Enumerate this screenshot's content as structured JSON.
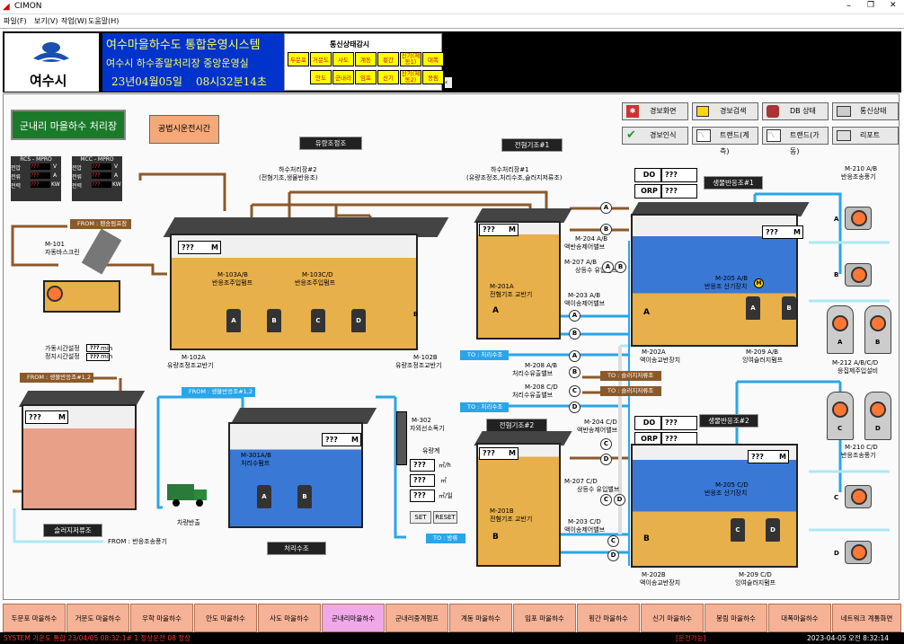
{
  "window": {
    "title": "CIMON",
    "min": "–",
    "max": "❐",
    "close": "✕"
  },
  "menu": [
    "파일(F)",
    "보기(V)",
    "작업(W)",
    "도움말(H)"
  ],
  "header": {
    "logo_text": "여수시",
    "line1": "여수마을하수도  통합운영시스템",
    "line2": "여수시 하수종말처리장 중앙운영실",
    "date": "23년04월05일",
    "time": "08시32분14초"
  },
  "comm": {
    "title": "통신상태감시",
    "row1": [
      "두문포",
      "거문도",
      "사도",
      "계동",
      "횡간",
      "신기(제동1)",
      "대폭"
    ],
    "row2": [
      "안도",
      "군내리",
      "임포",
      "신기",
      "신기(제동2)",
      "봉림"
    ]
  },
  "facility_title": "군내리 마을하수 처리장",
  "trial_button": "공법시운전시간",
  "top_buttons": [
    "경보화면",
    "경보검색",
    "DB 상태",
    "통신상태",
    "경보인식",
    "트랜드(계측)",
    "트랜드(가동)",
    "리포트"
  ],
  "panels": {
    "rcs": {
      "title": "RCS - MPRO",
      "rows": [
        [
          "전압",
          "???",
          "V"
        ],
        [
          "전류",
          "???",
          "A"
        ],
        [
          "전력",
          "???",
          "KW"
        ]
      ]
    },
    "mcc": {
      "title": "MCC - MPRO",
      "rows": [
        [
          "전압",
          "???",
          "V"
        ],
        [
          "전류",
          "???",
          "A"
        ],
        [
          "전력",
          "???",
          "KW"
        ]
      ]
    }
  },
  "tanks": {
    "equal": "유량조정조",
    "anoxic1": "전혐기조#1",
    "anoxic2": "전혐기조#2",
    "bio1": "생물반응조#1",
    "bio2": "생물반응조#2",
    "sludge": "슬러지저류조",
    "treated": "처리수조"
  },
  "labels": {
    "sewage2": "하수처리장#2",
    "sewage2_sub": "(전혐기조,생물반응조)",
    "sewage1": "하수처리장#1",
    "sewage1_sub": "(유량조정조,처리수조,슬러지저류조)",
    "from_pump": "FROM : 팬송펌프장",
    "m101": "M-101",
    "m101_sub": "자동바스크린",
    "run_time": "가동시간설정",
    "stop_time": "정지시간설정",
    "min": "min",
    "val": "???",
    "m103ab": "M-103A/B",
    "m103ab_sub": "반응조주입펌프",
    "m103cd": "M-103C/D",
    "m103cd_sub": "반응조주입펌프",
    "m102a": "M-102A",
    "m102a_sub": "유량조정조교반기",
    "m102b": "M-102B",
    "m102b_sub": "유량조정조교반기",
    "from_bio12": "FROM : 생물반응조#1,2",
    "from_bio12b": "FROM : 생물반응조#1,2",
    "m301": "M-301A/B",
    "m301_sub": "처리수펌프",
    "m302": "M-302",
    "m302_sub": "자외선소독기",
    "flowmeter": "유량계",
    "u1": "㎥/h",
    "u2": "㎥",
    "u3": "㎥/일",
    "set": "SET",
    "reset": "RESET",
    "to_discharge": "TO : 방류",
    "truck": "차량반출",
    "from_blower": "FROM : 반응조송풍기",
    "m201a": "M-201A",
    "m201a_sub": "전혐기조 교반기",
    "m201b": "M-201B",
    "m201b_sub": "전혐기조 교반기",
    "m204ab": "M-204 A/B",
    "m204ab_sub": "액반송제어밸브",
    "m207ab": "M-207 A/B",
    "m207ab_sub": "상등수 유입밸브",
    "m203ab": "M-203 A/B",
    "m203ab_sub": "액이송제어밸브",
    "to_treated": "TO : 처리수조",
    "to_treated2": "TO : 처리수조",
    "m208ab": "M-208 A/B",
    "m208ab_sub": "처리수유출밸브",
    "m208cd": "M-208 C/D",
    "m208cd_sub": "처리수유출밸브",
    "m204cd": "M-204 C/D",
    "m204cd_sub": "액반송제어밸브",
    "m207cd": "M-207 C/D",
    "m207cd_sub": "상등수 유입밸브",
    "m203cd": "M-203 C/D",
    "m203cd_sub": "액이송제어밸브",
    "to_sludge": "TO : 슬러지저류조",
    "to_sludge2": "TO : 슬러지저류조",
    "do": "DO",
    "orp": "ORP",
    "m205ab": "M-205 A/B",
    "m205ab_sub": "반응조 산기장치",
    "m205cd": "M-205 C/D",
    "m205cd_sub": "반응조 산기장치",
    "m202a": "M-202A",
    "m202a_sub": "액이송교반장치",
    "m202b": "M-202B",
    "m202b_sub": "액이송교반장치",
    "m209ab": "M-209 A/B",
    "m209ab_sub": "잉여슬러지펌프",
    "m209cd": "M-209 C/D",
    "m209cd_sub": "잉여슬러지펌프",
    "m210ab": "M-210 A/B",
    "m210ab_sub": "반응조송풍기",
    "m210cd": "M-210 C/D",
    "m210cd_sub": "반응조송풍기",
    "m212": "M-212 A/B/C/D",
    "m212_sub": "응집제주입설비",
    "mode_m": "M"
  },
  "bottom_tabs": [
    "두문포 마을하수",
    "거문도 마을하수",
    "우학 마을하수",
    "안도 마을하수",
    "사도 마을하수",
    "군내리마을하수",
    "군내리중계펌프",
    "계동 마을하수",
    "임포 마을하수",
    "횡간 마을하수",
    "신기 마을하수",
    "봉림 마을하수",
    "대폭마을하수",
    "네트워크 계통화면"
  ],
  "status": {
    "left": "SYSTEM 가운도 통합 23/04/05 08:32:1# 1 정상운전 08 정상",
    "mid": "[운전가능]",
    "right": "2023-04-05 오전 8:32:14"
  },
  "colors": {
    "brown": "#8B5A2B",
    "sky": "#2aa5e8",
    "water": "#3a78d6",
    "sludge": "#e8b04a"
  }
}
